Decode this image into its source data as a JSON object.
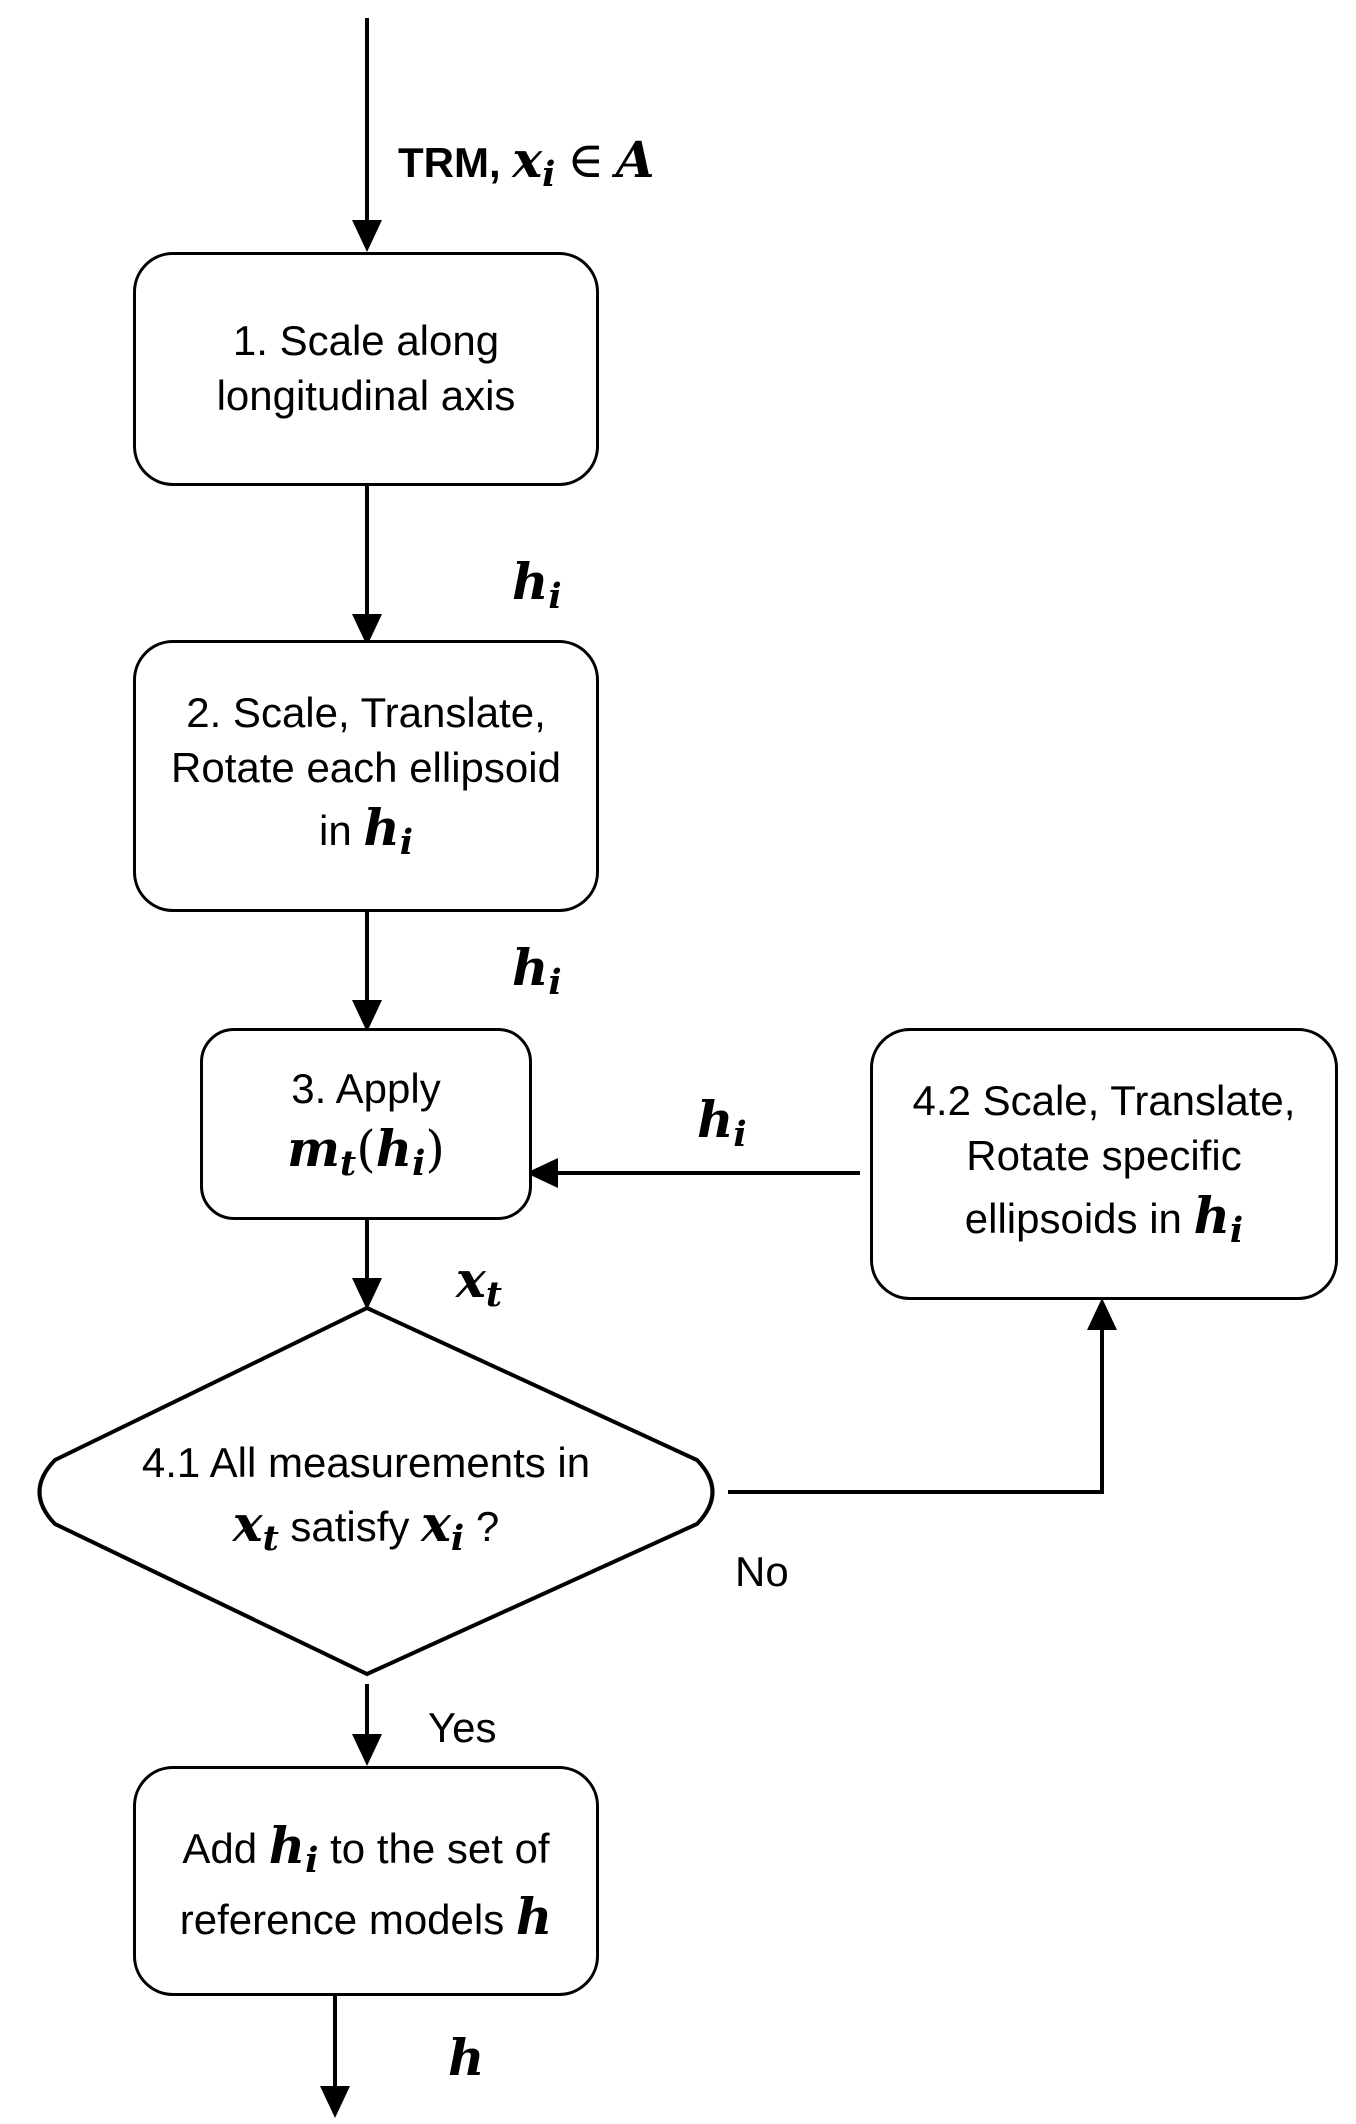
{
  "start": {
    "prefix": "TRM,",
    "var": "x",
    "sub": "i",
    "rel": "∈",
    "set": "A"
  },
  "step1": {
    "line1": "1. Scale along",
    "line2": "longitudinal axis"
  },
  "edge1": {
    "var": "h",
    "sub": "i"
  },
  "step2": {
    "line1": "2. Scale, Translate,",
    "line2": "Rotate each ellipsoid",
    "line3_prefix": "in",
    "var": "h",
    "sub": "i"
  },
  "edge2": {
    "var": "h",
    "sub": "i"
  },
  "step3": {
    "line1": "3. Apply",
    "fn": "m",
    "fn_sub": "t",
    "open": "(",
    "var": "h",
    "sub": "i",
    "close": ")"
  },
  "edge_loop": {
    "var": "h",
    "sub": "i"
  },
  "step42": {
    "line1": "4.2 Scale, Translate,",
    "line2": "Rotate specific",
    "line3_prefix": "ellipsoids in",
    "var": "h",
    "sub": "i"
  },
  "edge3": {
    "var": "x",
    "sub": "t"
  },
  "decision": {
    "line1": "4.1 All measurements in",
    "var1": "x",
    "sub1": "t",
    "middle": "satisfy",
    "var2": "x",
    "sub2": "i",
    "suffix": "?"
  },
  "no_label": "No",
  "yes_label": "Yes",
  "step5": {
    "line1_prefix": "Add",
    "var": "h",
    "sub": "i",
    "line1_suffix": "to the set of",
    "line2_prefix": "reference models",
    "var2": "h"
  },
  "output": {
    "var": "h"
  },
  "colors": {
    "stroke": "#000000",
    "fill": "#ffffff"
  }
}
